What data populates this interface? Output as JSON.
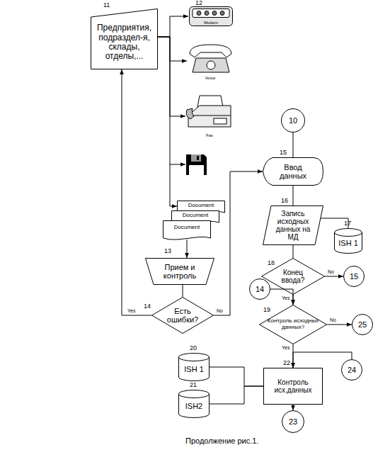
{
  "diagram": {
    "caption": "Продолжение рис.1.",
    "nodes": [
      {
        "text": [
          "Предприятия, подраздел-я, склады, отделы,..."
        ]
      },
      {
        "text": [
          "Modem"
        ]
      },
      {
        "text": [
          "Voice"
        ]
      },
      {
        "text": [
          "Fax"
        ]
      },
      {
        "text": [
          "Document"
        ]
      },
      {
        "text": [
          "Document"
        ]
      },
      {
        "text": [
          "Document"
        ]
      },
      {
        "text": [
          "Прием и контроль"
        ]
      },
      {
        "text": [
          "Есть ошибки?"
        ]
      },
      {
        "text": [
          "10"
        ]
      },
      {
        "text": [
          "Ввод данных"
        ]
      },
      {
        "text": [
          "Запись исходных данных на МД"
        ]
      },
      {
        "text": [
          "ISH 1"
        ]
      },
      {
        "text": [
          "Конец ввода?"
        ]
      },
      {
        "text": [
          "15"
        ]
      },
      {
        "text": [
          "14"
        ]
      },
      {
        "text": [
          "Контроль исходных данных?"
        ]
      },
      {
        "text": [
          "25"
        ]
      },
      {
        "text": [
          "ISH 1"
        ]
      },
      {
        "text": [
          "ISH2"
        ]
      },
      {
        "text": [
          "Контроль исх.данных"
        ]
      },
      {
        "text": [
          "24"
        ]
      },
      {
        "text": [
          "23"
        ]
      }
    ],
    "edges": [
      {
        "from": 0,
        "to": 1,
        "arrow": "to"
      },
      {
        "from": 0,
        "to": 2,
        "arrow": "to"
      },
      {
        "from": 0,
        "to": 3,
        "arrow": "to"
      },
      {
        "from": 0,
        "to": 4,
        "arrow": "to"
      },
      {
        "from": 6,
        "to": 7,
        "arrow": "to"
      },
      {
        "from": 7,
        "to": 8,
        "arrow": "none"
      },
      {
        "from": 8,
        "to": 0,
        "label": "Yes",
        "arrow": "to"
      },
      {
        "from": 8,
        "to": 10,
        "label": "No",
        "arrow": "to"
      },
      {
        "from": 9,
        "to": 10,
        "arrow": "none"
      },
      {
        "from": 10,
        "to": 11,
        "arrow": "none"
      },
      {
        "from": 11,
        "to": 12,
        "arrow": "none"
      },
      {
        "from": 11,
        "to": 13,
        "arrow": "none"
      },
      {
        "from": 13,
        "to": 14,
        "label": "No",
        "arrow": "to"
      },
      {
        "from": 13,
        "to": 16,
        "label": "Yes",
        "arrow": "to"
      },
      {
        "from": 15,
        "to": 16,
        "arrow": "to"
      },
      {
        "from": 16,
        "to": 17,
        "label": "No",
        "arrow": "to"
      },
      {
        "from": 16,
        "to": 20,
        "label": "Yes",
        "arrow": "to"
      },
      {
        "from": 21,
        "to": 20,
        "arrow": "to"
      },
      {
        "from": 18,
        "to": 20,
        "arrow": "none"
      },
      {
        "from": 19,
        "to": 20,
        "arrow": "none"
      },
      {
        "from": 20,
        "to": 22,
        "arrow": "to"
      }
    ],
    "labels": [
      "11",
      "12",
      "13",
      "14",
      "15",
      "16",
      "17",
      "18",
      "19",
      "20",
      "21",
      "22"
    ]
  }
}
